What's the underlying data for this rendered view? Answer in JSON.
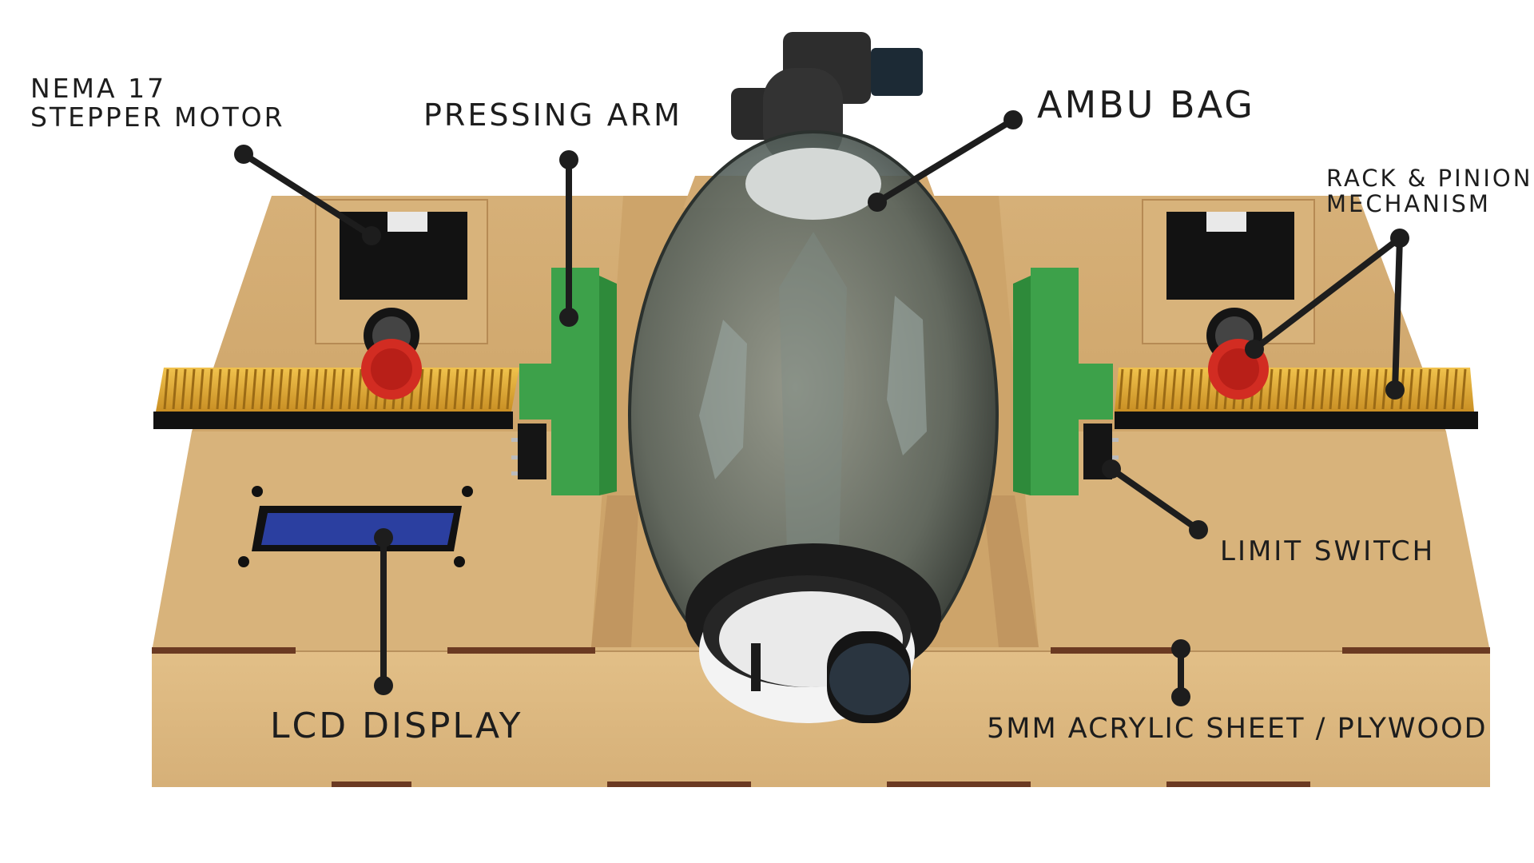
{
  "labels": {
    "motor": [
      "NEMA 17",
      "STEPPER MOTOR"
    ],
    "arm": "PRESSING ARM",
    "bag": "AMBU BAG",
    "rack": [
      "RACK & PINION",
      "MECHANISM"
    ],
    "switch": "LIMIT SWITCH",
    "lcd": "LCD DISPLAY",
    "sheet": "5MM ACRYLIC SHEET / PLYWOOD"
  },
  "colors": {
    "wood": "#d9b47a",
    "wood_dark": "#c49a5e",
    "slot": "#6b3a22",
    "rack": "#e0a93a",
    "pinion": "#d22c22",
    "arm": "#3da14a",
    "bag": "#5b6560",
    "lcd": "#2b3fa0",
    "callout": "#1d1d1d"
  }
}
